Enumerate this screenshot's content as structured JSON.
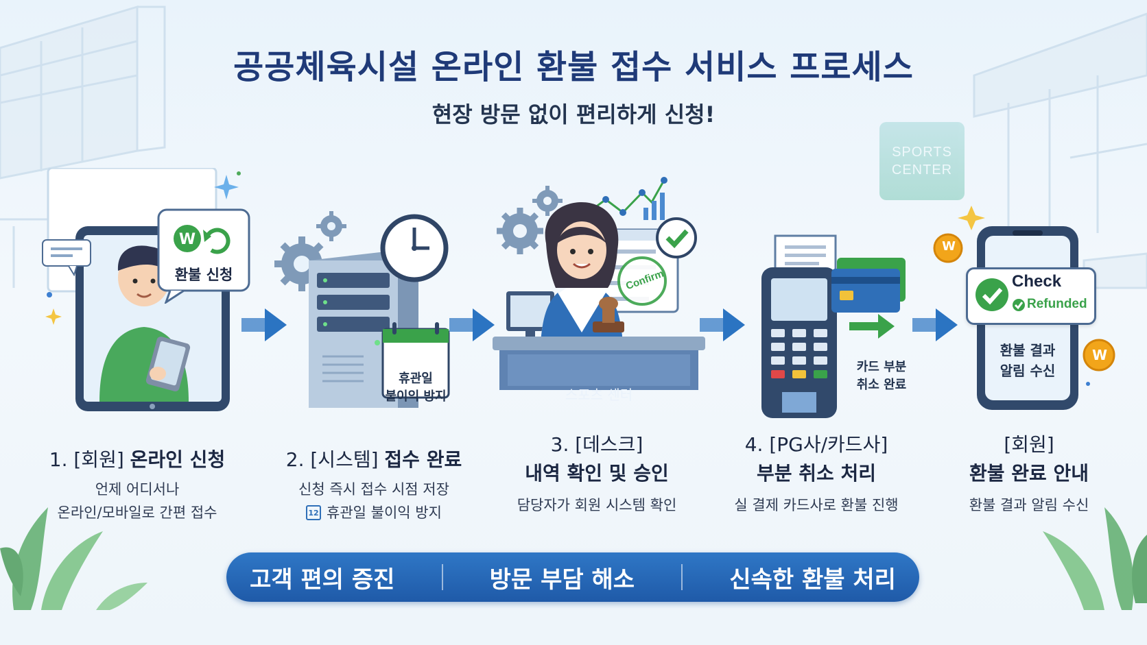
{
  "title": "공공체육시설 온라인 환불 접수 서비스 프로세스",
  "subtitle": "현장 방문 없이 편리하게 신청!",
  "sports_center_sign": [
    "SPORTS",
    "CENTER"
  ],
  "steps": [
    {
      "title_prefix": "1. [회원] ",
      "title_bold": "온라인 신청",
      "desc": [
        "언제 어디서나",
        "온라인/모바일로 간편 접수"
      ],
      "bubble": "환불 신청",
      "won_symbol": "W"
    },
    {
      "title_prefix": "2. [시스템] ",
      "title_bold": "접수 완료",
      "desc": [
        "신청 즉시 접수 시점 저장",
        "휴관일 불이익 방지"
      ],
      "calendar_label": [
        "휴관일",
        "불이익 방지"
      ],
      "calendar_icon_text": "12"
    },
    {
      "title_prefix": "3. [데스크]",
      "title_bold": "내역 확인 및 승인",
      "desc": [
        "담당자가 회원 시스템 확인"
      ],
      "desk_label": "스포츠 센터",
      "stamp_text": "Confirm"
    },
    {
      "title_prefix": "4. [PG사/카드사]",
      "title_bold": "부분 취소 처리",
      "desc": [
        "실 결제 카드사로 환불 진행"
      ],
      "side_label": [
        "카드 부분",
        "취소 완료"
      ]
    },
    {
      "title_prefix": "[회원]",
      "title_bold": "환불 완료 안내",
      "desc": [
        "환불 결과 알림 수신"
      ],
      "check_title": "Check",
      "check_sub": "Refunded",
      "phone_text": [
        "환불 결과",
        "알림 수신"
      ],
      "coin_symbol": "W"
    }
  ],
  "banner": [
    "고객 편의 증진",
    "방문 부담 해소",
    "신속한 환불 처리"
  ],
  "colors": {
    "title": "#1f3a78",
    "arrow": "#2b74c2",
    "banner": "#2466b3",
    "green": "#3aa24a",
    "coin": "#f2a51a"
  }
}
